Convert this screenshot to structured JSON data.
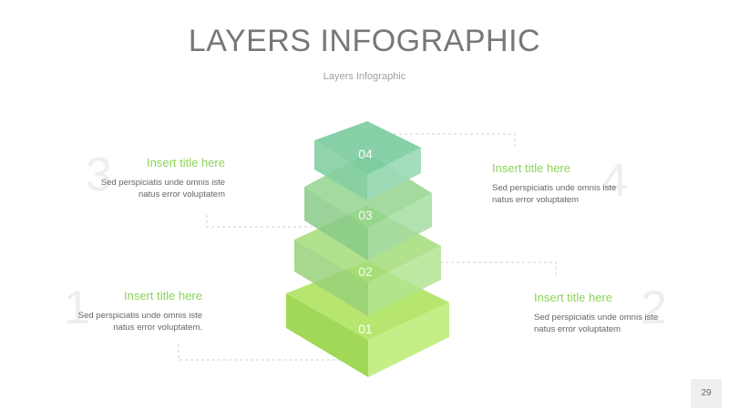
{
  "header": {
    "title": "LAYERS INFOGRAPHIC",
    "subtitle": "Layers Infographic"
  },
  "layers": [
    {
      "label": "01",
      "color": "#a6dd63"
    },
    {
      "label": "02",
      "color": "#9ad67a"
    },
    {
      "label": "03",
      "color": "#8fd18e"
    },
    {
      "label": "04",
      "color": "#7ccc9f"
    }
  ],
  "blocks": [
    {
      "number": "1",
      "title": "Insert title here",
      "text": "Sed perspiciatis unde omnis iste natus error voluptatem."
    },
    {
      "number": "2",
      "title": "Insert title here",
      "text": "Sed perspiciatis unde omnis iste natus error voluptatem"
    },
    {
      "number": "3",
      "title": "Insert title here",
      "text": "Sed perspiciatis unde omnis iste natus error voluptatem"
    },
    {
      "number": "4",
      "title": "Insert title here",
      "text": "Sed perspiciatis unde omnis iste natus error voluptatem"
    }
  ],
  "page_number": "29",
  "colors": {
    "title_green": "#8cd35a",
    "connector": "#d0d0d0",
    "big_number": "#eeeeee"
  }
}
